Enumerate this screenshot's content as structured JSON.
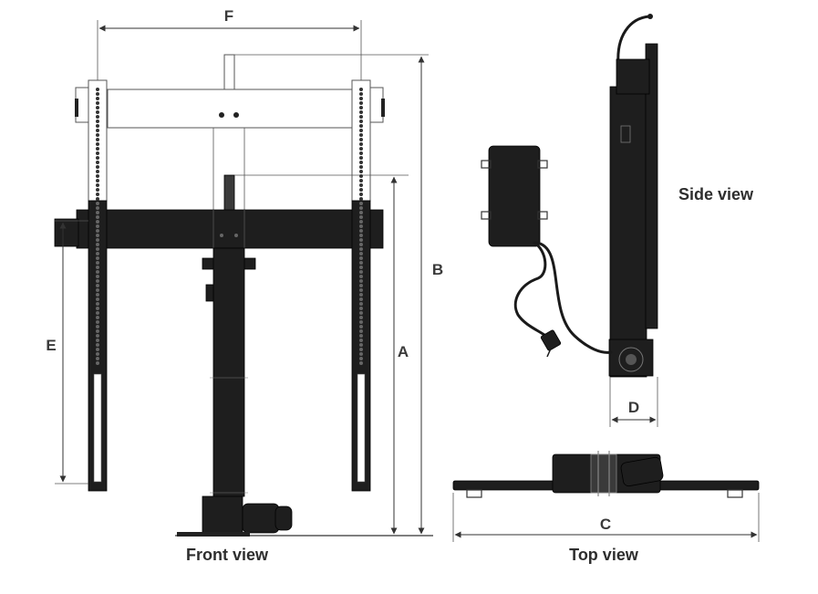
{
  "dimensions": {
    "a": "A",
    "b": "B",
    "c": "C",
    "d": "D",
    "e": "E",
    "f": "F"
  },
  "views": {
    "front": "Front view",
    "side": "Side view",
    "top": "Top view"
  },
  "colors": {
    "steel": "#1e1e1e",
    "frame_outline": "#555555",
    "dimension_line": "#333333",
    "label_text": "#2e2e2e"
  }
}
